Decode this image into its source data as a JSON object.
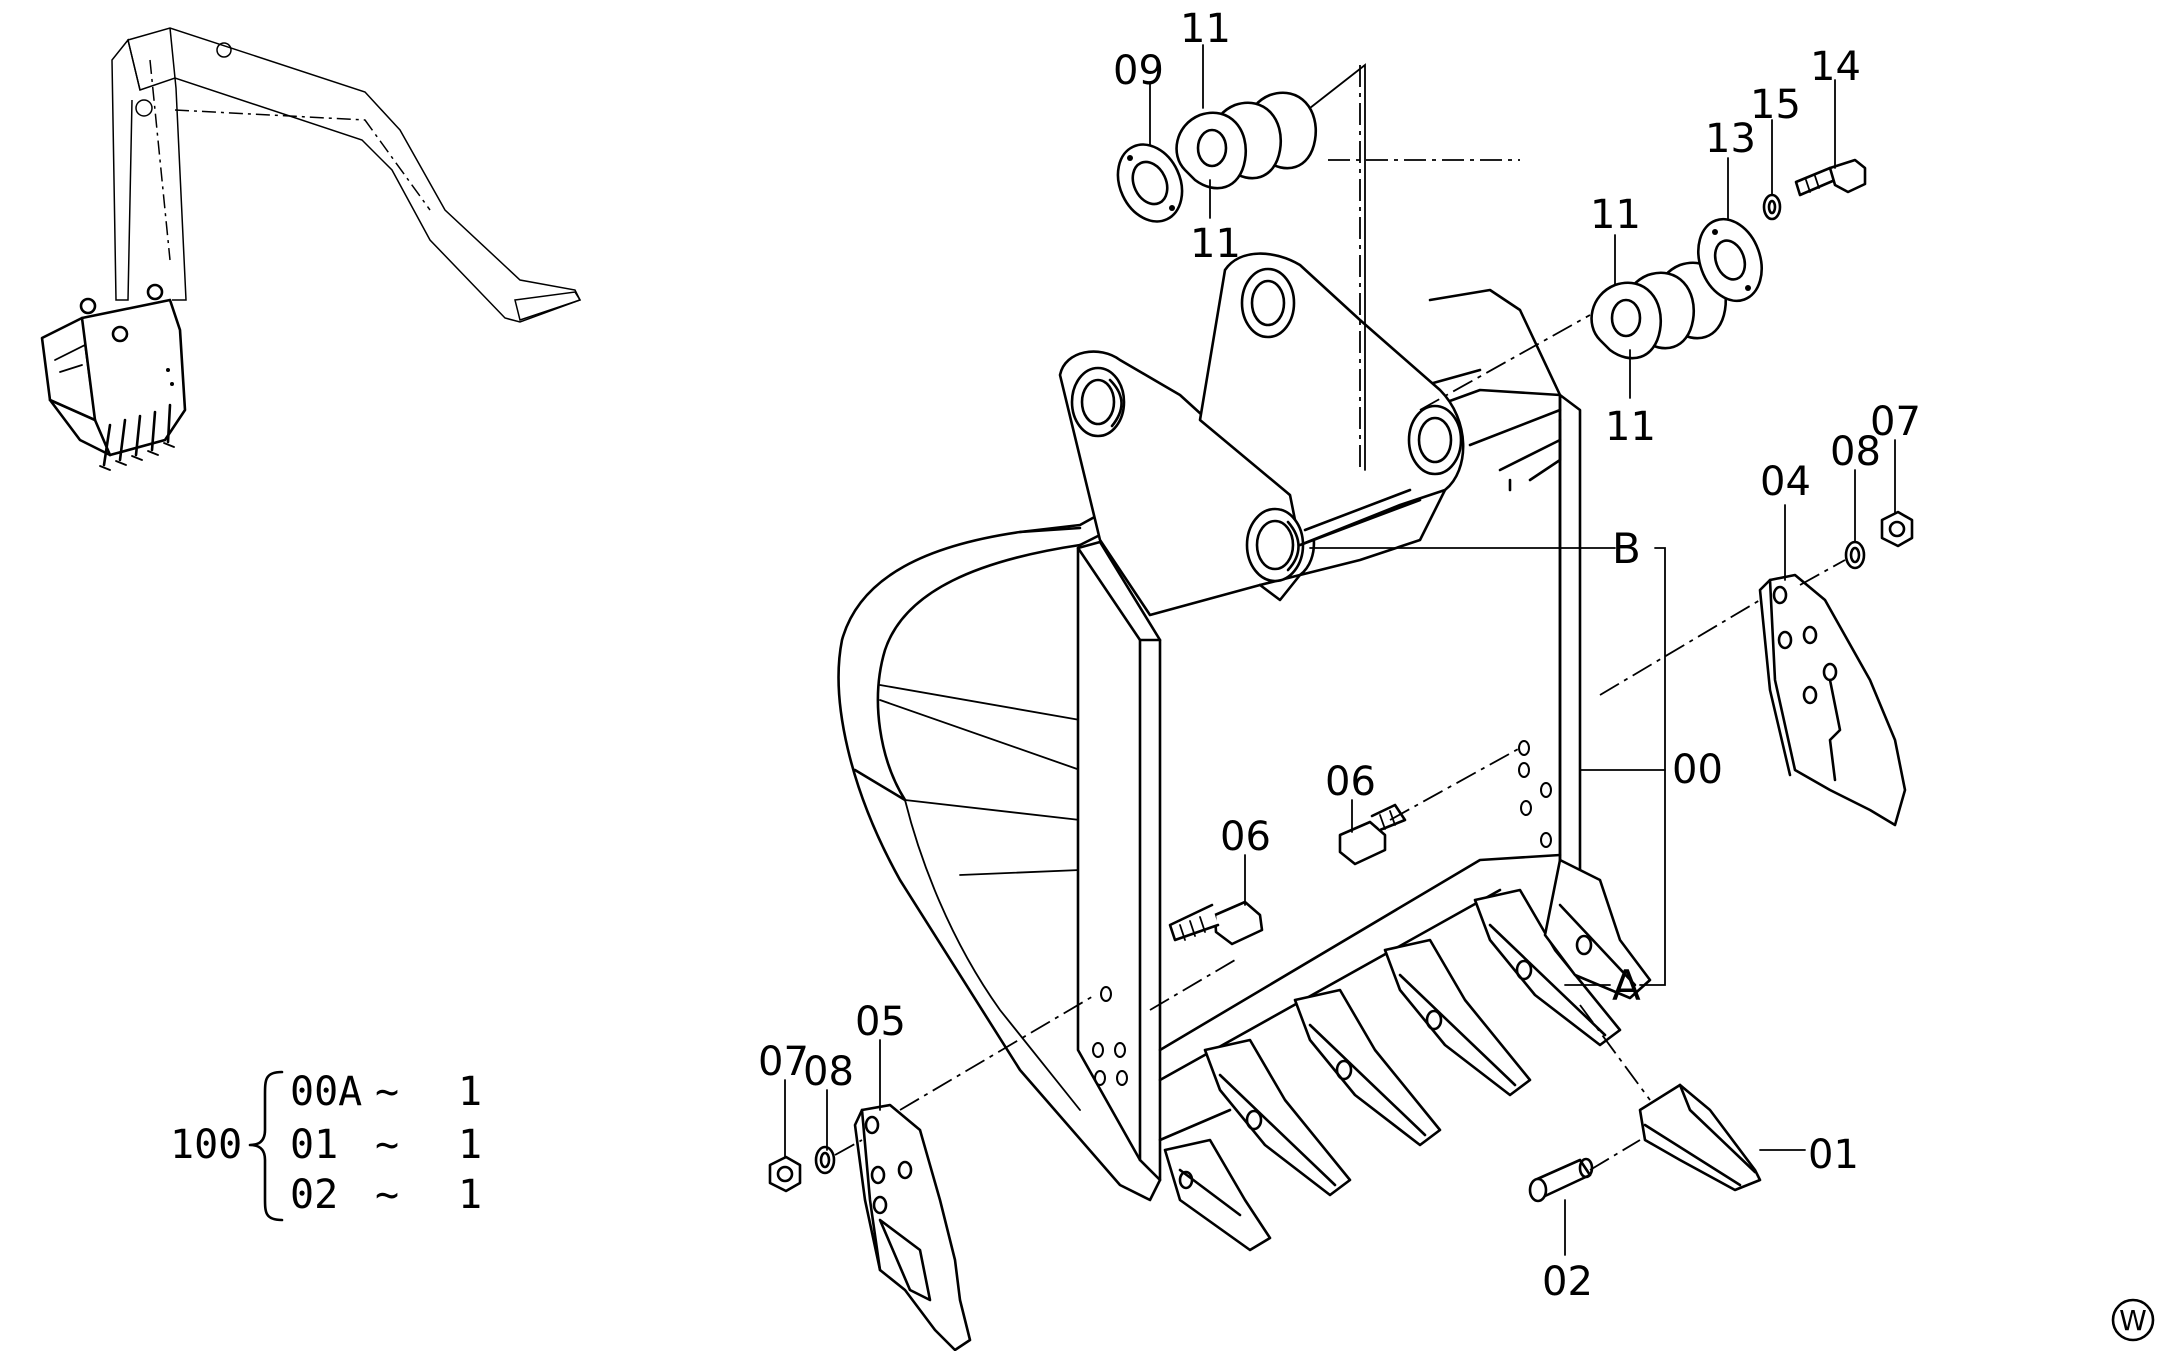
{
  "callouts": {
    "p00": "00",
    "p01": "01",
    "p02": "02",
    "p04": "04",
    "p05": "05",
    "p06a": "06",
    "p06b": "06",
    "p07a": "07",
    "p07b": "07",
    "p08a": "08",
    "p08b": "08",
    "p09": "09",
    "p11a": "11",
    "p11b": "11",
    "p11c": "11",
    "p11d": "11",
    "p13": "13",
    "p14": "14",
    "p15": "15",
    "ref_a": "A",
    "ref_b": "B"
  },
  "kit": {
    "number": "100",
    "rows": [
      {
        "part": "00A",
        "sep": "~",
        "qty": "1"
      },
      {
        "part": "01",
        "sep": "~",
        "qty": "1"
      },
      {
        "part": "02",
        "sep": "~",
        "qty": "1"
      }
    ]
  },
  "corner_mark": "W"
}
